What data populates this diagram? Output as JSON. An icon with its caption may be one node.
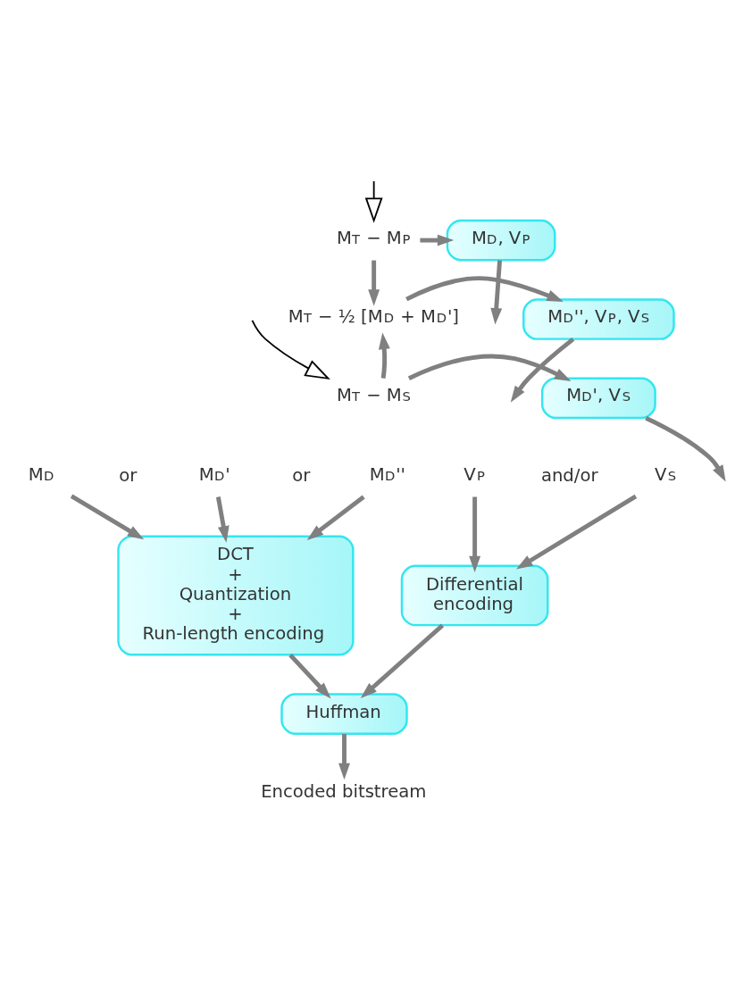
{
  "diagram": {
    "nodes": [
      {
        "text": [
          "M$_{T}$ − M$_{P}$"
        ]
      },
      {
        "text": [
          "M$_{D}$, V$_{P}$"
        ]
      },
      {
        "text": [
          "M$_{T}$ − ½ [M$_{D}$ + M$_{D}$']"
        ]
      },
      {
        "text": [
          "M$_{D}$'', V$_{P}$, V$_{S}$"
        ]
      },
      {
        "text": [
          "M$_{T}$ − M$_{S}$"
        ]
      },
      {
        "text": [
          "M$_{D}$', V$_{S}$"
        ]
      },
      {
        "text": [
          "M$_{D}$"
        ]
      },
      {
        "text": [
          "M$_{D}$'"
        ]
      },
      {
        "text": [
          "M$_{D}$''"
        ]
      },
      {
        "text": [
          "V$_{P}$"
        ]
      },
      {
        "text": [
          "V$_{S}$"
        ]
      },
      {
        "text": [
          "DCT + Quantization + Run-length encoding"
        ]
      },
      {
        "text": [
          "Differential encoding"
        ]
      },
      {
        "text": [
          "Huffman"
        ]
      },
      {
        "text": [
          "Encoded bitstream"
        ]
      }
    ],
    "edges": [
      {
        "from": null,
        "to": 0,
        "arrow": "to",
        "color": "#000000"
      },
      {
        "from": 0,
        "to": 1,
        "arrow": "to"
      },
      {
        "from": 1,
        "to": null,
        "arrow": "to"
      },
      {
        "from": 0,
        "to": 2,
        "arrow": "to"
      },
      {
        "from": 2,
        "to": 3,
        "arrow": "to"
      },
      {
        "from": 3,
        "to": null,
        "arrow": "to"
      },
      {
        "from": 4,
        "to": 2,
        "arrow": "to"
      },
      {
        "from": null,
        "to": 4,
        "arrow": "to",
        "color": "#000000"
      },
      {
        "from": 4,
        "to": 5,
        "arrow": "to"
      },
      {
        "from": 5,
        "to": null,
        "arrow": "to"
      },
      {
        "from": 6,
        "to": 11,
        "arrow": "to"
      },
      {
        "from": 7,
        "to": 11,
        "arrow": "to"
      },
      {
        "from": 8,
        "to": 11,
        "arrow": "to"
      },
      {
        "from": 9,
        "to": 12,
        "arrow": "to"
      },
      {
        "from": 10,
        "to": 12,
        "arrow": "to"
      },
      {
        "from": 11,
        "to": 13,
        "arrow": "to"
      },
      {
        "from": 12,
        "to": 13,
        "arrow": "to"
      },
      {
        "from": 13,
        "to": 14,
        "arrow": "to"
      }
    ],
    "labels": [
      "or",
      "or",
      "and/or"
    ]
  }
}
